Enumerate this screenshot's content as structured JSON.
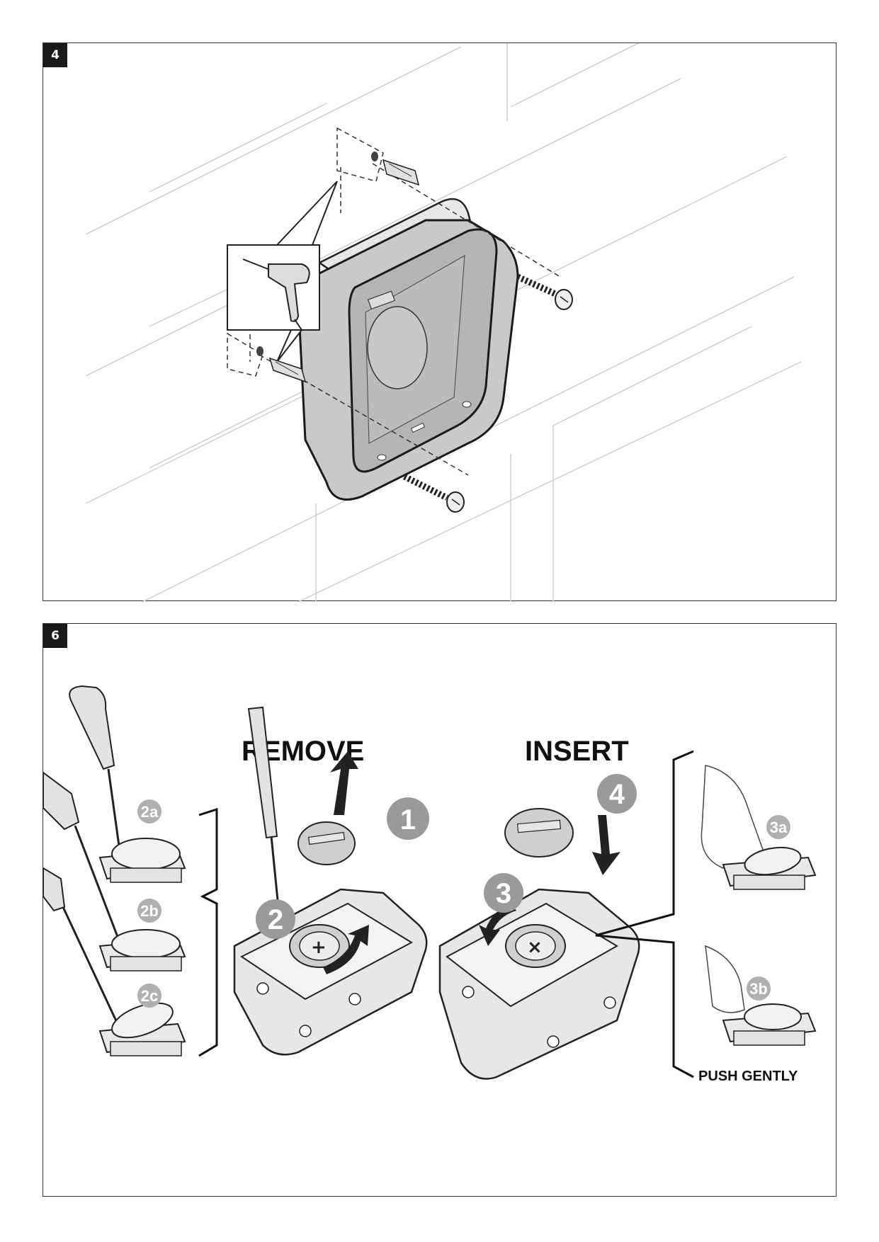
{
  "panels": [
    {
      "number": "4"
    },
    {
      "number": "6",
      "remove_label": "REMOVE",
      "insert_label": "INSERT",
      "steps": [
        "1",
        "2",
        "3",
        "4"
      ],
      "substeps": [
        "2a",
        "2b",
        "2c",
        "3a",
        "3b"
      ],
      "push_gently": "PUSH GENTLY"
    }
  ],
  "colors": {
    "frame": "#333333",
    "badge": "#1a1a1a",
    "step_circle": "#9a9a9a",
    "substep_circle": "#b0b0b0",
    "line": "#cfcfcf"
  }
}
